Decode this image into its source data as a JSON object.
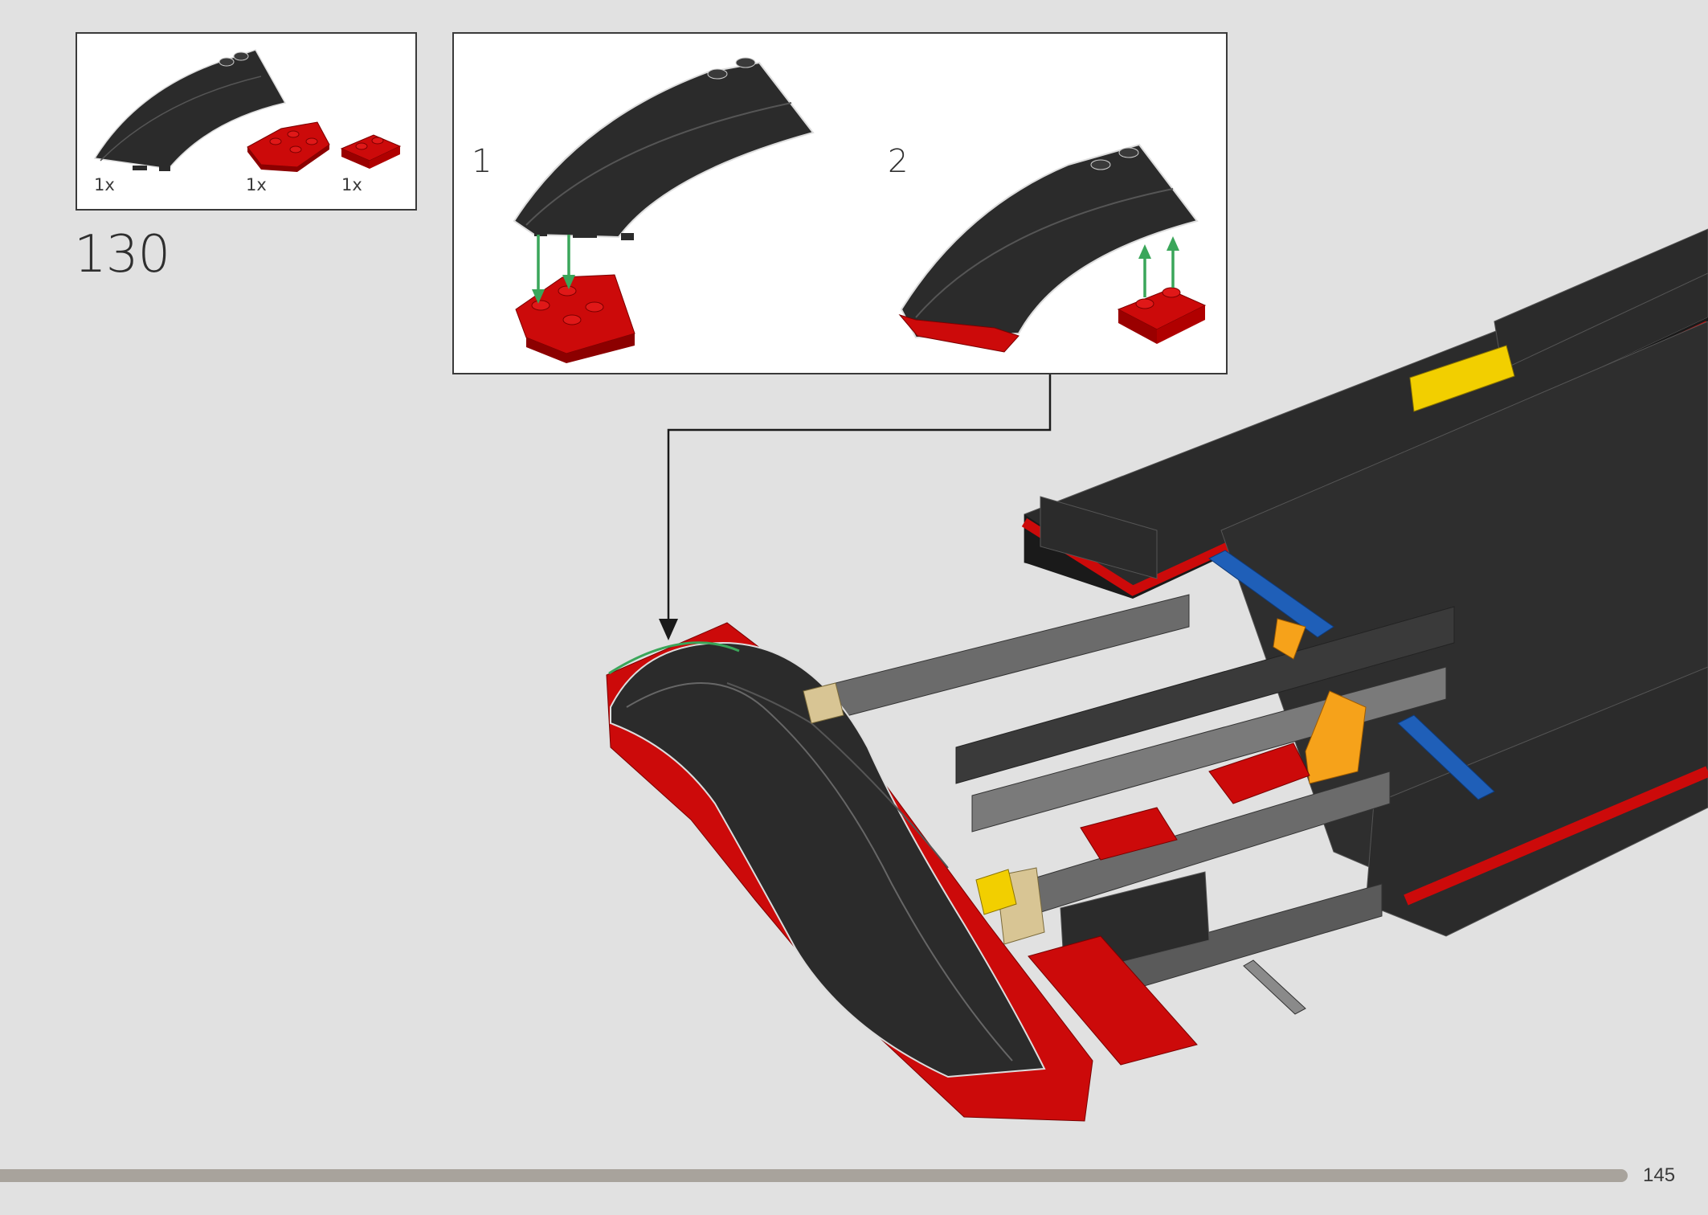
{
  "step": {
    "number": "130"
  },
  "parts_list": [
    {
      "quantity": "1x",
      "icon": "black-curved-slope-brick-icon",
      "color": "#2b2b2b"
    },
    {
      "quantity": "1x",
      "icon": "red-wedge-plate-icon",
      "color": "#cc0a0a"
    },
    {
      "quantity": "1x",
      "icon": "red-plate-2x2-icon",
      "color": "#cc0a0a"
    }
  ],
  "substeps": [
    {
      "label": "1"
    },
    {
      "label": "2"
    }
  ],
  "footer": {
    "page_number": "145",
    "progress": 0.953
  },
  "colors": {
    "background": "#e1e1e1",
    "brick_black": "#2b2b2b",
    "brick_red": "#cc0a0a",
    "arrow_green": "#3aa65a",
    "progress_bar": "#a8a39c"
  }
}
